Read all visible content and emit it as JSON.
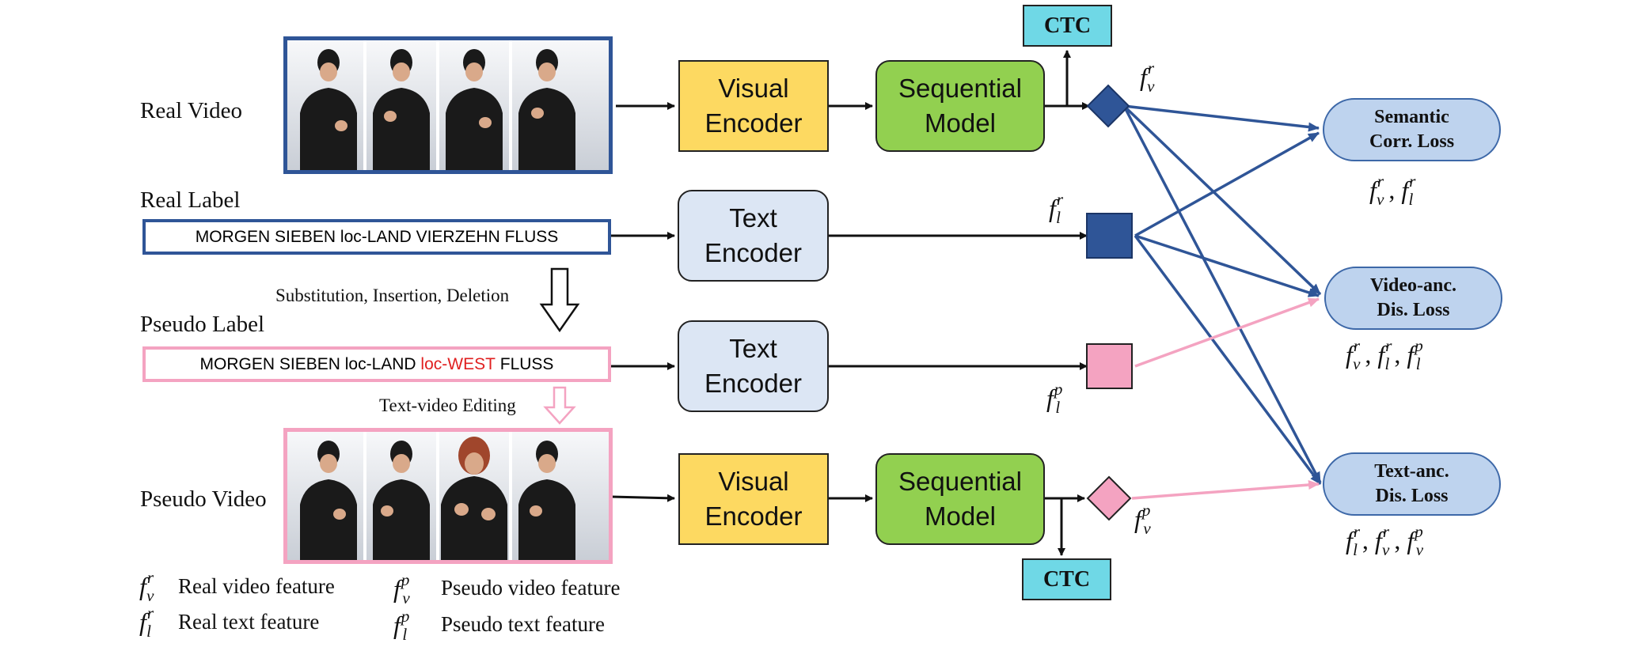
{
  "rows": {
    "real_video": "Real Video",
    "real_label": "Real Label",
    "pseudo_label": "Pseudo Label",
    "pseudo_video": "Pseudo Video"
  },
  "real_label_text": "MORGEN SIEBEN loc-LAND VIERZEHN FLUSS",
  "pseudo_label_text": {
    "before": "MORGEN SIEBEN loc-LAND ",
    "edited": "loc-WEST",
    "after": " FLUSS"
  },
  "ops": {
    "substitution": "Substitution, Insertion, Deletion",
    "editing": "Text-video Editing"
  },
  "modules": {
    "visual_line1": "Visual",
    "visual_line2": "Encoder",
    "sequential_line1": "Sequential",
    "sequential_line2": "Model",
    "text_line1": "Text",
    "text_line2": "Encoder",
    "ctc": "CTC"
  },
  "losses": {
    "semantic_line1": "Semantic",
    "semantic_line2": "Corr. Loss",
    "video_line1": "Video-anc.",
    "video_line2": "Dis. Loss",
    "text_line1": "Text-anc.",
    "text_line2": "Dis. Loss"
  },
  "symbols": {
    "f": "f",
    "v": "v",
    "l": "l",
    "r": "r",
    "p": "p",
    "comma": ","
  },
  "legend": {
    "real_video": "Real video feature",
    "real_text": "Real text feature",
    "pseudo_video": "Pseudo video feature",
    "pseudo_text": "Pseudo text feature"
  },
  "colors": {
    "real_blue": "#2f5597",
    "pseudo_pink": "#f4a3c1",
    "encoder_fill": "#dce6f4",
    "visual_fill": "#fdd961",
    "sequential_fill": "#92d050",
    "ctc_fill": "#6fd8e6",
    "loss_fill": "#bed3ee",
    "edited_red": "#e02020"
  },
  "icons": {
    "video_frames": "signer-frames",
    "real_video_feature": "blue-diamond-icon",
    "real_text_feature": "blue-square-icon",
    "pseudo_text_feature": "pink-square-icon",
    "pseudo_video_feature": "pink-diamond-icon"
  }
}
